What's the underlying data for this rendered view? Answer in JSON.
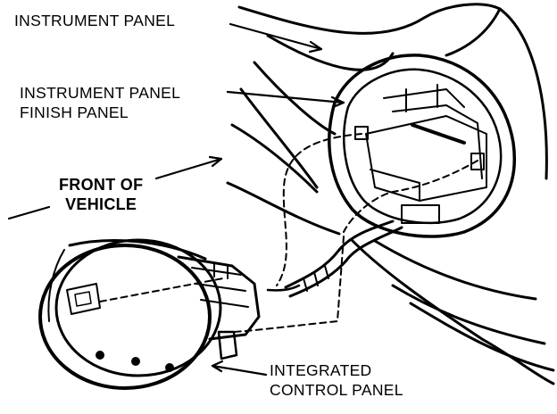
{
  "labels": {
    "instrument_panel": "INSTRUMENT PANEL",
    "instrument_panel_finish_panel": [
      "INSTRUMENT PANEL",
      "FINISH PANEL"
    ],
    "front_of_vehicle": [
      "FRONT OF",
      "VEHICLE"
    ],
    "integrated_control_panel": [
      "INTEGRATED",
      "CONTROL PANEL"
    ]
  },
  "colors": {
    "ink": "#000000",
    "paper": "#ffffff"
  }
}
